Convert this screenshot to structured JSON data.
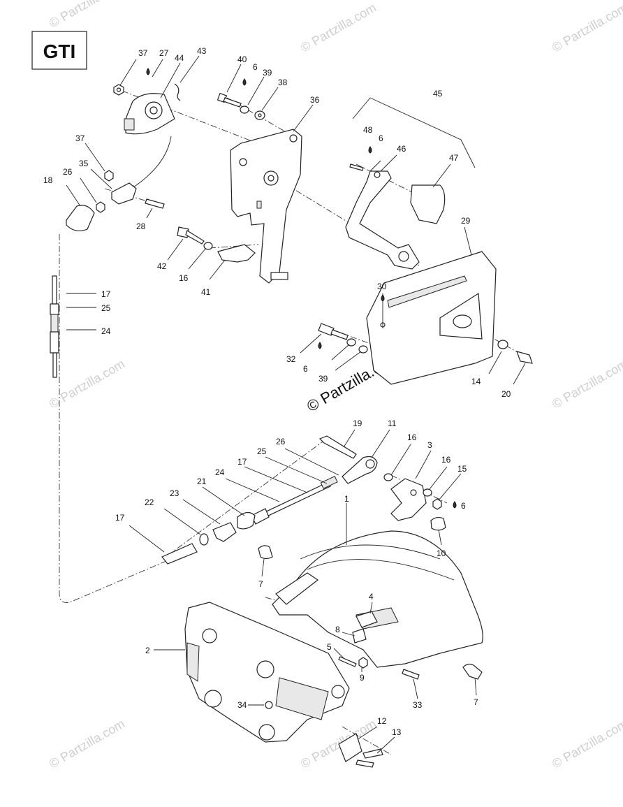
{
  "model_label": "GTI",
  "watermark": "© Partzilla.com",
  "watermark_center": "© Partzilla.com",
  "callouts": [
    {
      "id": "c37a",
      "text": "37"
    },
    {
      "id": "c27",
      "text": "27"
    },
    {
      "id": "c44",
      "text": "44"
    },
    {
      "id": "c43",
      "text": "43"
    },
    {
      "id": "c40",
      "text": "40"
    },
    {
      "id": "c6a",
      "text": "6"
    },
    {
      "id": "c39a",
      "text": "39"
    },
    {
      "id": "c38",
      "text": "38"
    },
    {
      "id": "c36",
      "text": "36"
    },
    {
      "id": "c45",
      "text": "45"
    },
    {
      "id": "c48",
      "text": "48"
    },
    {
      "id": "c6b",
      "text": "6"
    },
    {
      "id": "c46",
      "text": "46"
    },
    {
      "id": "c47",
      "text": "47"
    },
    {
      "id": "c37b",
      "text": "37"
    },
    {
      "id": "c35",
      "text": "35"
    },
    {
      "id": "c18",
      "text": "18"
    },
    {
      "id": "c26a",
      "text": "26"
    },
    {
      "id": "c28",
      "text": "28"
    },
    {
      "id": "c29",
      "text": "29"
    },
    {
      "id": "c42",
      "text": "42"
    },
    {
      "id": "c16a",
      "text": "16"
    },
    {
      "id": "c41",
      "text": "41"
    },
    {
      "id": "c30",
      "text": "30"
    },
    {
      "id": "c17a",
      "text": "17"
    },
    {
      "id": "c25a",
      "text": "25"
    },
    {
      "id": "c24a",
      "text": "24"
    },
    {
      "id": "c32",
      "text": "32"
    },
    {
      "id": "c6c",
      "text": "6"
    },
    {
      "id": "c39b",
      "text": "39"
    },
    {
      "id": "c14",
      "text": "14"
    },
    {
      "id": "c20",
      "text": "20"
    },
    {
      "id": "c19",
      "text": "19"
    },
    {
      "id": "c11",
      "text": "11"
    },
    {
      "id": "c16b",
      "text": "16"
    },
    {
      "id": "c3",
      "text": "3"
    },
    {
      "id": "c26b",
      "text": "26"
    },
    {
      "id": "c16c",
      "text": "16"
    },
    {
      "id": "c15",
      "text": "15"
    },
    {
      "id": "c25b",
      "text": "25"
    },
    {
      "id": "c17b",
      "text": "17"
    },
    {
      "id": "c24b",
      "text": "24"
    },
    {
      "id": "c6d",
      "text": "6"
    },
    {
      "id": "c21",
      "text": "21"
    },
    {
      "id": "c1",
      "text": "1"
    },
    {
      "id": "c23",
      "text": "23"
    },
    {
      "id": "c22",
      "text": "22"
    },
    {
      "id": "c17c",
      "text": "17"
    },
    {
      "id": "c10",
      "text": "10"
    },
    {
      "id": "c7a",
      "text": "7"
    },
    {
      "id": "c4",
      "text": "4"
    },
    {
      "id": "c8",
      "text": "8"
    },
    {
      "id": "c2",
      "text": "2"
    },
    {
      "id": "c5",
      "text": "5"
    },
    {
      "id": "c9",
      "text": "9"
    },
    {
      "id": "c33",
      "text": "33"
    },
    {
      "id": "c7b",
      "text": "7"
    },
    {
      "id": "c34",
      "text": "34"
    },
    {
      "id": "c12",
      "text": "12"
    },
    {
      "id": "c13",
      "text": "13"
    }
  ]
}
